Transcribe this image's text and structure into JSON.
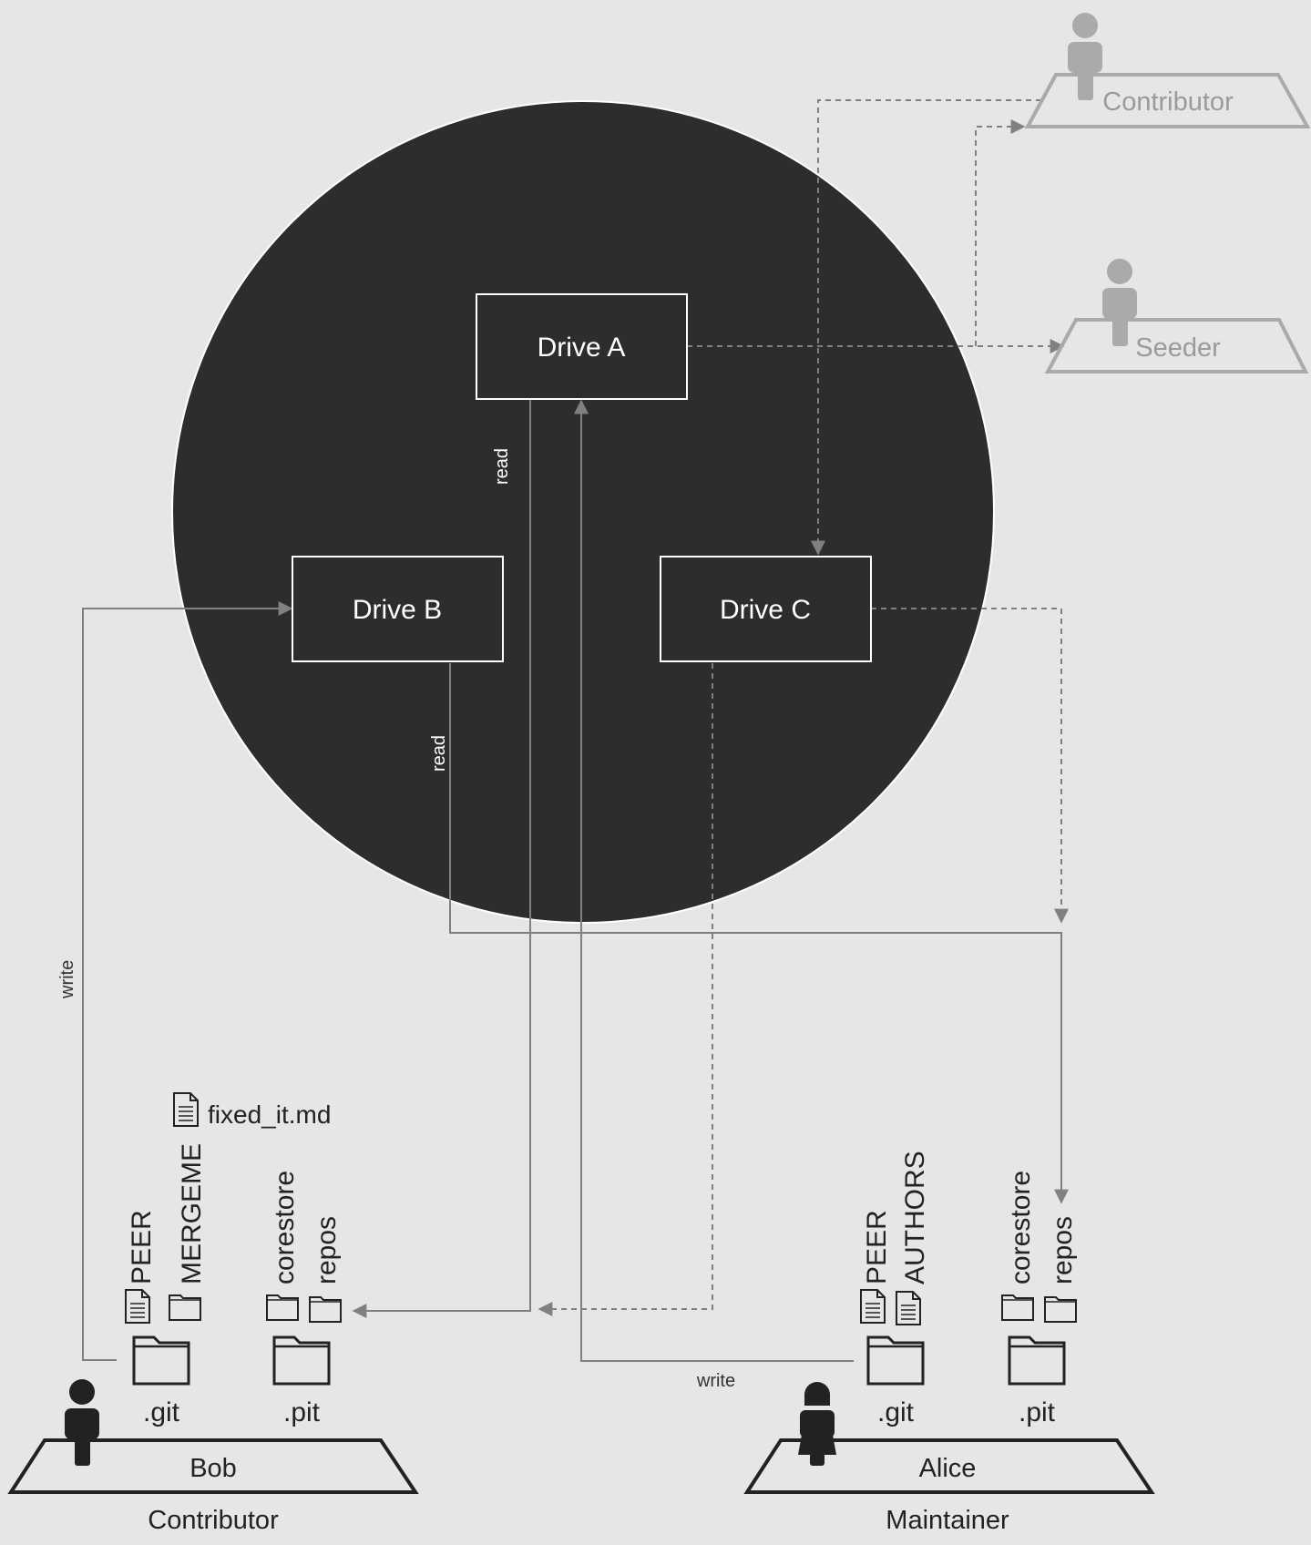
{
  "drives": [
    {
      "id": "A",
      "label": "Drive A"
    },
    {
      "id": "B",
      "label": "Drive B"
    },
    {
      "id": "C",
      "label": "Drive C"
    }
  ],
  "edges": {
    "read_a": "read",
    "read_b": "read",
    "write_bob": "write",
    "write_alice": "write"
  },
  "peers": {
    "contributor": "Contributor",
    "seeder": "Seeder"
  },
  "bob": {
    "name": "Bob",
    "role": "Contributor",
    "git_label": ".git",
    "pit_label": ".pit",
    "git_items": [
      "PEER",
      "MERGEME"
    ],
    "pit_items": [
      "corestore",
      "repos"
    ],
    "extra_file": "fixed_it.md"
  },
  "alice": {
    "name": "Alice",
    "role": "Maintainer",
    "git_label": ".git",
    "pit_label": ".pit",
    "git_items": [
      "PEER",
      "AUTHORS"
    ],
    "pit_items": [
      "corestore",
      "repos"
    ]
  },
  "colors": {
    "background": "#e6e6e6",
    "circle": "#2d2d2d",
    "edge": "#808080",
    "peer_grey": "#aaaaaa",
    "person_dark": "#222222"
  },
  "icons": [
    "person-icon",
    "file-icon",
    "folder-icon"
  ]
}
